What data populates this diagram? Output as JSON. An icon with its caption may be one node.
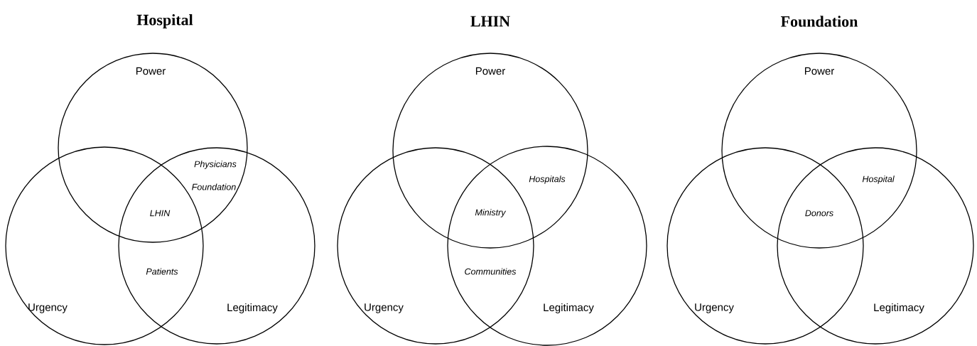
{
  "diagram": {
    "nodes": [
      {
        "text": [
          "Power"
        ]
      },
      {
        "text": [
          "Urgency"
        ]
      },
      {
        "text": [
          "Legitimacy"
        ]
      },
      {
        "text": [
          "Power"
        ]
      },
      {
        "text": [
          "Urgency"
        ]
      },
      {
        "text": [
          "Legitimacy"
        ]
      },
      {
        "text": [
          "Power"
        ]
      },
      {
        "text": [
          "Urgency"
        ]
      },
      {
        "text": [
          "Legitimacy"
        ]
      }
    ],
    "labels": [
      "Hospital",
      "LHIN",
      "Foundation",
      "Physicians",
      "Foundation",
      "LHIN",
      "Patients",
      "Hospitals",
      "Ministry",
      "Communities",
      "Hospital",
      "Donors"
    ]
  }
}
